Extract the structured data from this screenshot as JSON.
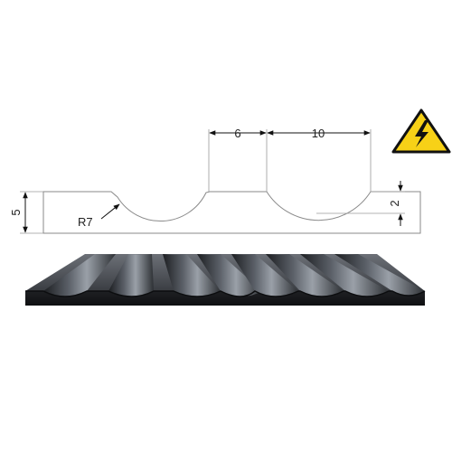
{
  "drawing": {
    "dim_groove_width": "10",
    "dim_land_width": "6",
    "dim_total_thickness": "5",
    "dim_groove_depth": "2",
    "dim_radius": "R7"
  },
  "warning_sign": {
    "icon": "high-voltage-warning-icon",
    "color": "#f7d117"
  },
  "mat": {
    "color": "#2b2d31"
  }
}
